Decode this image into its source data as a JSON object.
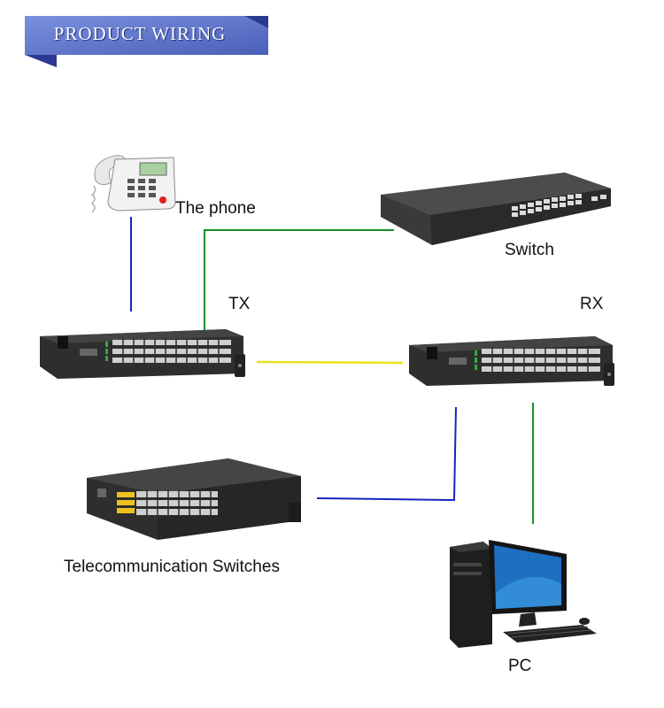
{
  "banner": {
    "title": "PRODUCT WIRING"
  },
  "labels": {
    "phone": "The phone",
    "switch": "Switch",
    "tx": "TX",
    "rx": "RX",
    "telecom": "Telecommunication Switches",
    "pc": "PC"
  },
  "colors": {
    "banner": "#5870c8",
    "green_wire": "#1a8f2c",
    "blue_wire": "#1a22c0",
    "yellow_wire": "#e8e21a",
    "device_body": "#2b2b2b",
    "port_green": "#3aa83a",
    "port_yellow": "#f0c020"
  },
  "icons": [
    "telephone-icon",
    "switch-icon",
    "tx-unit-icon",
    "rx-unit-icon",
    "telecom-switch-icon",
    "pc-icon"
  ]
}
